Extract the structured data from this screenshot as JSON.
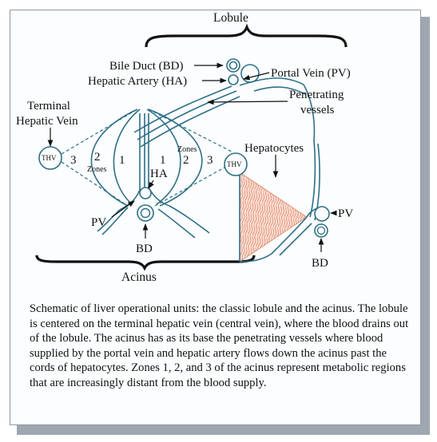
{
  "labels": {
    "lobule": "Lobule",
    "bile_duct": "Bile Duct (BD)",
    "hepatic_artery": "Hepatic Artery (HA)",
    "portal_vein": "Portal Vein (PV)",
    "penetrating_line1": "Penetrating",
    "penetrating_line2": "vessels",
    "terminal_line1": "Terminal",
    "terminal_line2": "Hepatic Vein",
    "thv": "THV",
    "zone3_left": "3",
    "zone2_left": "2",
    "zones_left": "Zones",
    "zone1_left": "1",
    "zone1_right": "1",
    "zones_right": "Zones",
    "zone2_right": "2",
    "zone3_right": "3",
    "ha": "HA",
    "pv": "PV",
    "bd": "BD",
    "acinus": "Acinus",
    "hepatocytes": "Hepatocytes",
    "thv_right": "THV",
    "pv_right": "PV",
    "bd_right": "BD"
  },
  "caption": "Schematic of liver operational units: the classic lobule and the acinus. The lobule  is centered on the terminal hepatic vein (central vein), where the blood drains out of the lobule. The acinus has as its base the penetrating vessels where blood supplied by the portal vein and hepatic artery flows down the acinus past the cords of hepatocytes. Zones 1, 2, and  3 of the acinus represent metabolic regions that are increasingly distant from the blood supply.",
  "colors": {
    "vessel": "#2e6f86",
    "hepatocyte": "#e0876a",
    "hepatocyte_bg": "#fbe3da",
    "text": "#111111",
    "panel_border": "#8f99a3",
    "shadow": "#9ea7b0"
  }
}
